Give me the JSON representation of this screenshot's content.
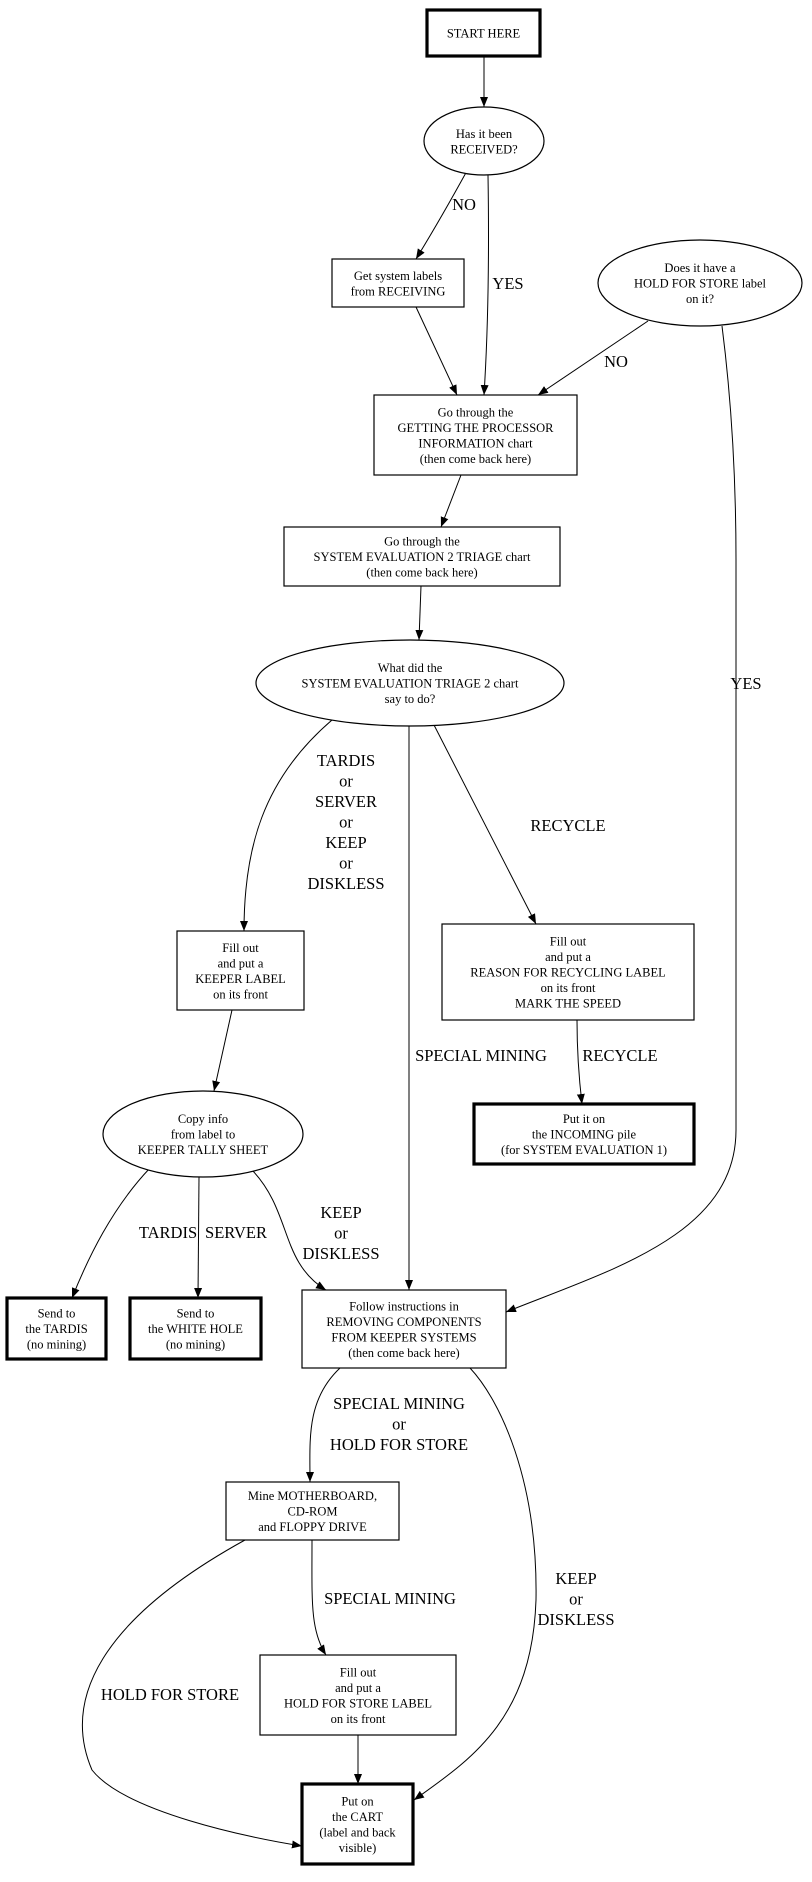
{
  "nodes": [
    {
      "id": "start",
      "shape": "box",
      "bold": true,
      "lines": [
        "START HERE"
      ]
    },
    {
      "id": "received",
      "shape": "ellipse",
      "bold": false,
      "lines": [
        "Has it been",
        "RECEIVED?"
      ]
    },
    {
      "id": "getlabels",
      "shape": "box",
      "bold": false,
      "lines": [
        "Get system labels",
        "from RECEIVING"
      ]
    },
    {
      "id": "holdq",
      "shape": "ellipse",
      "bold": false,
      "lines": [
        "Does it have a",
        "HOLD FOR STORE label",
        "on it?"
      ]
    },
    {
      "id": "processor",
      "shape": "box",
      "bold": false,
      "lines": [
        "Go through the",
        "GETTING THE PROCESSOR",
        "INFORMATION chart",
        "(then come back here)"
      ]
    },
    {
      "id": "triage",
      "shape": "box",
      "bold": false,
      "lines": [
        "Go through the",
        "SYSTEM EVALUATION 2 TRIAGE chart",
        "(then come back here)"
      ]
    },
    {
      "id": "whatdid",
      "shape": "ellipse",
      "bold": false,
      "lines": [
        "What did the",
        "SYSTEM EVALUATION TRIAGE 2 chart",
        "say to do?"
      ]
    },
    {
      "id": "keeperlabel",
      "shape": "box",
      "bold": false,
      "lines": [
        "Fill out",
        "and put a",
        "KEEPER LABEL",
        "on its front"
      ]
    },
    {
      "id": "recyclelabel",
      "shape": "box",
      "bold": false,
      "lines": [
        "Fill out",
        "and put a",
        "REASON FOR RECYCLING LABEL",
        "on its front",
        "MARK THE SPEED"
      ]
    },
    {
      "id": "incoming",
      "shape": "box",
      "bold": true,
      "lines": [
        "Put it on",
        "the INCOMING pile",
        "(for SYSTEM EVALUATION 1)"
      ]
    },
    {
      "id": "copyinfo",
      "shape": "ellipse",
      "bold": false,
      "lines": [
        "Copy info",
        "from label to",
        "KEEPER TALLY SHEET"
      ]
    },
    {
      "id": "tardis",
      "shape": "box",
      "bold": true,
      "lines": [
        "Send to",
        "the TARDIS",
        "(no mining)"
      ]
    },
    {
      "id": "whitehole",
      "shape": "box",
      "bold": true,
      "lines": [
        "Send to",
        "the WHITE HOLE",
        "(no mining)"
      ]
    },
    {
      "id": "removing",
      "shape": "box",
      "bold": false,
      "lines": [
        "Follow instructions in",
        "REMOVING COMPONENTS",
        "FROM KEEPER SYSTEMS",
        "(then come back here)"
      ]
    },
    {
      "id": "mine",
      "shape": "box",
      "bold": false,
      "lines": [
        "Mine MOTHERBOARD,",
        "CD-ROM",
        "and FLOPPY DRIVE"
      ]
    },
    {
      "id": "holdlabel",
      "shape": "box",
      "bold": false,
      "lines": [
        "Fill out",
        "and put a",
        "HOLD FOR STORE LABEL",
        "on its front"
      ]
    },
    {
      "id": "cart",
      "shape": "box",
      "bold": true,
      "lines": [
        "Put on",
        "the CART",
        "(label and back",
        "visible)"
      ]
    }
  ],
  "edges": [
    {
      "id": "start-received",
      "from": "start",
      "to": "received",
      "lines": []
    },
    {
      "id": "received-getlabels",
      "from": "received",
      "to": "getlabels",
      "lines": [
        "NO"
      ]
    },
    {
      "id": "received-processor",
      "from": "received",
      "to": "processor",
      "lines": [
        "YES"
      ]
    },
    {
      "id": "getlabels-processor",
      "from": "getlabels",
      "to": "processor",
      "lines": []
    },
    {
      "id": "holdq-processor",
      "from": "holdq",
      "to": "processor",
      "lines": [
        "NO"
      ]
    },
    {
      "id": "holdq-removing",
      "from": "holdq",
      "to": "removing",
      "lines": [
        "YES"
      ]
    },
    {
      "id": "processor-triage",
      "from": "processor",
      "to": "triage",
      "lines": []
    },
    {
      "id": "triage-whatdid",
      "from": "triage",
      "to": "whatdid",
      "lines": []
    },
    {
      "id": "whatdid-keeperlabel",
      "from": "whatdid",
      "to": "keeperlabel",
      "lines": [
        "TARDIS",
        "or",
        "SERVER",
        "or",
        "KEEP",
        "or",
        "DISKLESS"
      ]
    },
    {
      "id": "whatdid-recyclelabel",
      "from": "whatdid",
      "to": "recyclelabel",
      "lines": [
        "RECYCLE"
      ]
    },
    {
      "id": "whatdid-removing",
      "from": "whatdid",
      "to": "removing",
      "lines": [
        "SPECIAL MINING"
      ]
    },
    {
      "id": "recyclelabel-incoming",
      "from": "recyclelabel",
      "to": "incoming",
      "lines": [
        "RECYCLE"
      ]
    },
    {
      "id": "keeperlabel-copyinfo",
      "from": "keeperlabel",
      "to": "copyinfo",
      "lines": []
    },
    {
      "id": "copyinfo-tardis",
      "from": "copyinfo",
      "to": "tardis",
      "lines": [
        "TARDIS"
      ]
    },
    {
      "id": "copyinfo-whitehole",
      "from": "copyinfo",
      "to": "whitehole",
      "lines": [
        "SERVER"
      ]
    },
    {
      "id": "copyinfo-removing",
      "from": "copyinfo",
      "to": "removing",
      "lines": [
        "KEEP",
        "or",
        "DISKLESS"
      ]
    },
    {
      "id": "removing-mine",
      "from": "removing",
      "to": "mine",
      "lines": [
        "SPECIAL MINING",
        "or",
        "HOLD FOR STORE"
      ]
    },
    {
      "id": "removing-cart",
      "from": "removing",
      "to": "cart",
      "lines": [
        "KEEP",
        "or",
        "DISKLESS"
      ]
    },
    {
      "id": "mine-cart",
      "from": "mine",
      "to": "cart",
      "lines": [
        "HOLD FOR STORE"
      ]
    },
    {
      "id": "mine-holdlabel",
      "from": "mine",
      "to": "holdlabel",
      "lines": [
        "SPECIAL MINING"
      ]
    },
    {
      "id": "holdlabel-cart",
      "from": "holdlabel",
      "to": "cart",
      "lines": []
    }
  ]
}
